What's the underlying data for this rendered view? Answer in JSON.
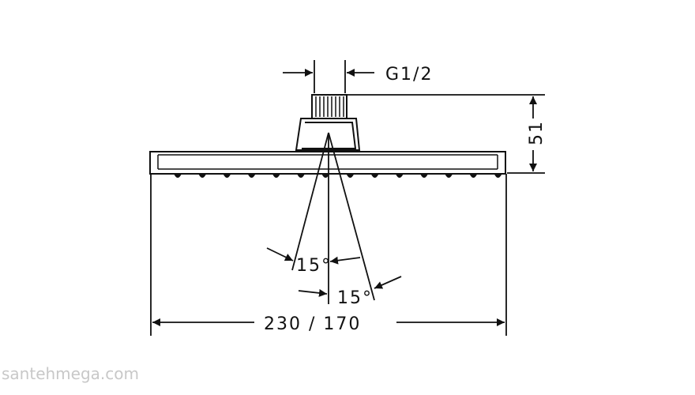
{
  "dimensions": {
    "thread": "G1/2",
    "height": "51",
    "width": "230 / 170",
    "angle_left": "15°",
    "angle_right": "15°"
  },
  "watermark": "santehmega.com",
  "colors": {
    "line": "#111111",
    "watermark": "#c8c8c8"
  }
}
